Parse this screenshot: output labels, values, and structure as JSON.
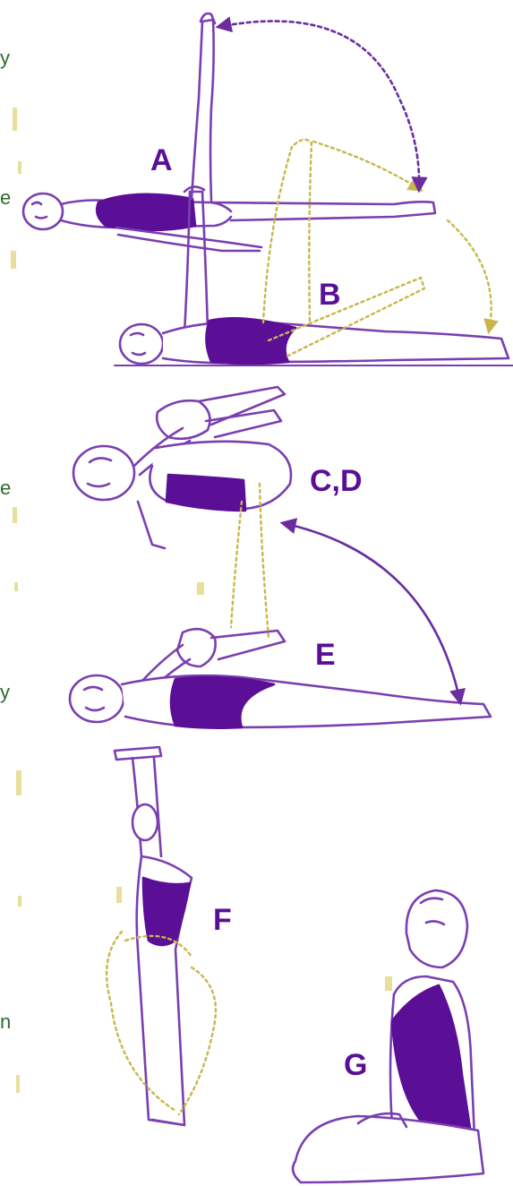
{
  "labels": {
    "a": "A",
    "b": "B",
    "cd": "C,D",
    "e": "E",
    "f": "F",
    "g": "G"
  },
  "edge_fragments": {
    "y_top": "y",
    "e_1": "e",
    "e_2": "e",
    "y_mid": "y",
    "n": "n"
  },
  "colors": {
    "figure_outline": "#7a3fb0",
    "leotard": "#5a0f96",
    "movement_dots": "#c9b64a",
    "guide_arrow": "#6a2da0",
    "label": "#5a0f96",
    "edge_text": "#2e6b2e"
  },
  "figures": [
    {
      "id": "A",
      "pose": "lying on back, one leg raised vertically"
    },
    {
      "id": "B",
      "pose": "lying on back, arms raised vertically"
    },
    {
      "id": "C,D",
      "pose": "curled up, hugging knees, head raised"
    },
    {
      "id": "E",
      "pose": "lying on back, one knee hugged to chest"
    },
    {
      "id": "F",
      "pose": "standing, arms stretched overhead"
    },
    {
      "id": "G",
      "pose": "seated cross-legged, hands in lap"
    }
  ]
}
